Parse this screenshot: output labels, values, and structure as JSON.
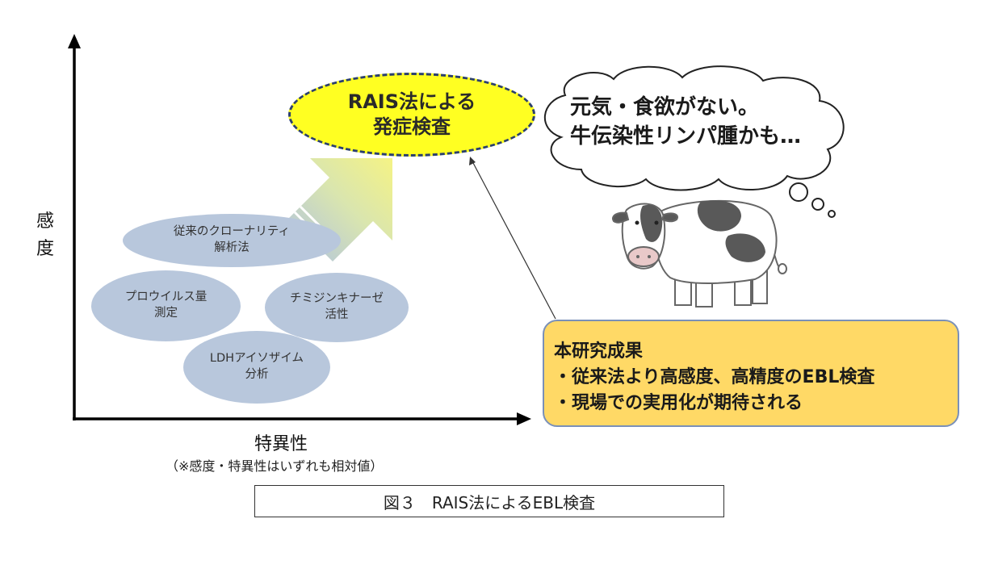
{
  "axes": {
    "y_label": "感度",
    "x_label": "特異性",
    "note": "（※感度・特異性はいずれも相対値）"
  },
  "methods": {
    "clonality": [
      "従来のクローナリティ",
      "解析法"
    ],
    "provirus": [
      "プロウイルス量",
      "測定"
    ],
    "thymidine": [
      "チミジンキナーゼ",
      "活性"
    ],
    "ldh": [
      "LDHアイソザイム",
      "分析"
    ]
  },
  "target": {
    "line1": "RAIS法による",
    "line2": "発症検査"
  },
  "thought": {
    "line1": "元気・食欲がない。",
    "line2": "牛伝染性リンパ腫かも…"
  },
  "result": {
    "title": "本研究成果",
    "item1": "・従来法より高感度、高精度のEBL検査",
    "item2": "・現場での実用化が期待される"
  },
  "caption": "図３　RAIS法によるEBL検査",
  "colors": {
    "blob": "#b8c7dc",
    "target_fill": "#ffff22",
    "target_border": "#2b3f6e",
    "result_fill": "#ffd966",
    "result_border": "#7a90b8"
  }
}
